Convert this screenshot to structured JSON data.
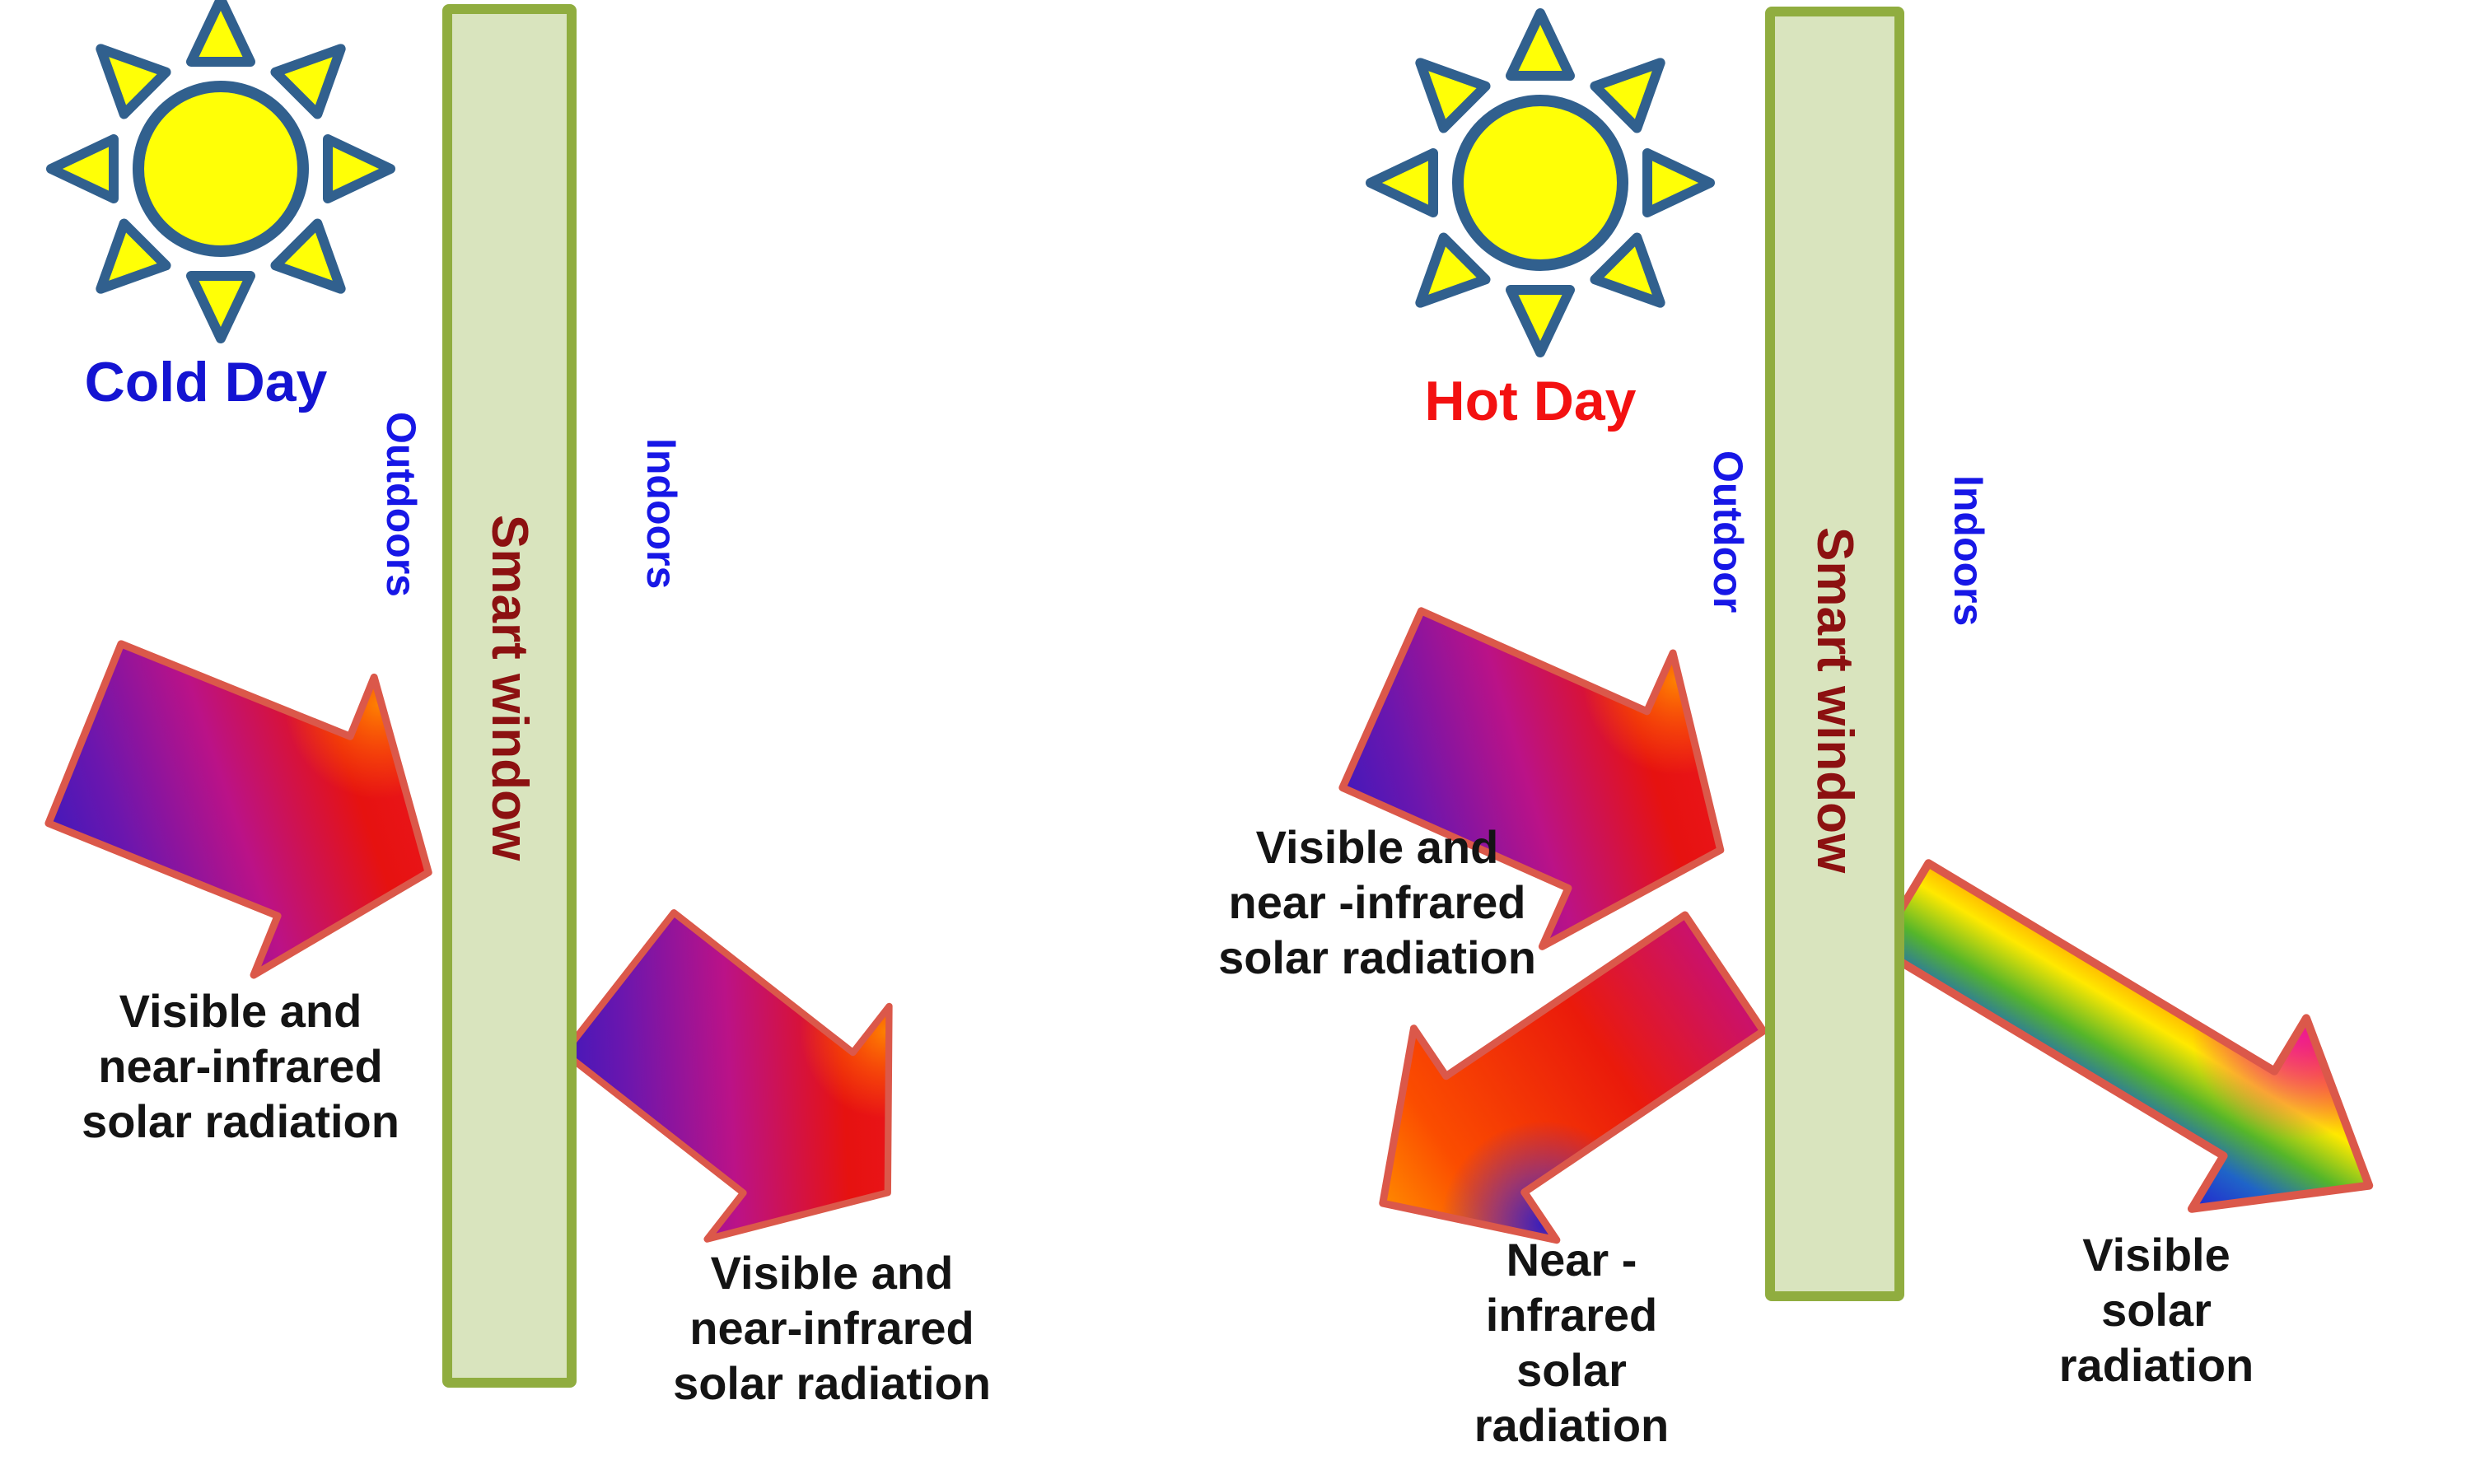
{
  "left_panel": {
    "title": "Cold Day",
    "zone_outdoor": "Outdoors",
    "zone_indoor": "Indoors",
    "window_label": "Smart window",
    "incident_label": {
      "lines": [
        "Visible and",
        "near-infrared",
        "solar radiation"
      ]
    },
    "transmitted_label": {
      "lines": [
        "Visible and",
        "near-infrared",
        "solar radiation"
      ]
    }
  },
  "right_panel": {
    "title": "Hot Day",
    "zone_outdoor": "Outdoor",
    "zone_indoor": "Indoors",
    "window_label": "Smart window",
    "incident_label": {
      "lines": [
        "Visible and",
        "near -infrared",
        "solar radiation"
      ]
    },
    "reflected_label": {
      "lines": [
        "Near -",
        "infrared",
        "solar",
        "radiation"
      ]
    },
    "transmitted_label": {
      "lines": [
        "Visible",
        "solar",
        "radiation"
      ]
    }
  },
  "colors": {
    "title_cold": "#1414d2",
    "title_hot": "#f31111",
    "zone_label_blue": "#1717e6",
    "window_text": "#8c1111",
    "window_fill": "#d9e4be",
    "window_border": "#90ad3f",
    "sun_fill": "#ffff06",
    "sun_outline": "#31608e",
    "arrow_outline": "#db584a",
    "label_black": "#141414",
    "arrow_gradient_cold": [
      "#2c1ac2",
      "#6b16ae",
      "#bb1287",
      "#e61210",
      "#ff8800"
    ],
    "arrow_gradient_nir": [
      "#c9116e",
      "#ea1a0b",
      "#ff8800"
    ],
    "arrow_gradient_visible": [
      "#ec1e00",
      "#ff7f00",
      "#ffe900",
      "#55b62a",
      "#2323cf"
    ]
  }
}
